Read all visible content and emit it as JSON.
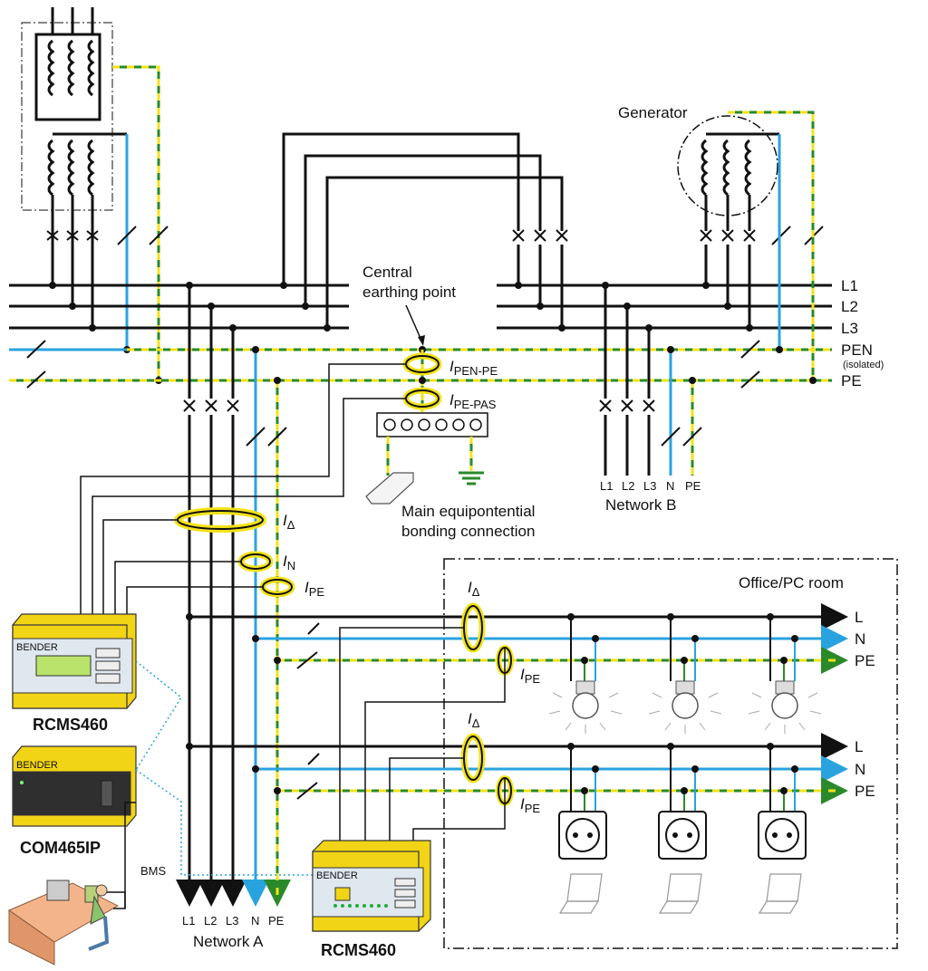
{
  "labels": {
    "generator": "Generator",
    "central_earthing": [
      "Central",
      "earthing point"
    ],
    "busbars": [
      "L1",
      "L2",
      "L3",
      "PEN",
      "PE"
    ],
    "pen_note": "(isolated)",
    "i_pen_pe": {
      "main": "I",
      "sub": "PEN-PE"
    },
    "i_pe_pas": {
      "main": "I",
      "sub": "PE-PAS"
    },
    "i_delta": {
      "main": "I",
      "sub": "Δ"
    },
    "i_n": {
      "main": "I",
      "sub": "N"
    },
    "i_pe": {
      "main": "I",
      "sub": "PE"
    },
    "main_bonding": [
      "Main equipontential",
      "bonding connection"
    ],
    "network_b_terminals": [
      "L1",
      "L2",
      "L3",
      "N",
      "PE"
    ],
    "network_b": "Network B",
    "network_a_terminals": [
      "L1",
      "L2",
      "L3",
      "N",
      "PE"
    ],
    "network_a": "Network A",
    "office_room": "Office/PC room",
    "office_lines": [
      "L",
      "N",
      "PE"
    ],
    "rcms_left": "RCMS460",
    "com": "COM465IP",
    "bms": "BMS",
    "rcms_bottom": "RCMS460",
    "bender": "BENDER"
  },
  "colors": {
    "phase": "#111111",
    "neutral": "#29a3e0",
    "pe_green": "#2a8a2a",
    "pe_yellow": "#f5e11a",
    "sensor_fill": "#f3e21a",
    "device_body": "#f2d417"
  }
}
